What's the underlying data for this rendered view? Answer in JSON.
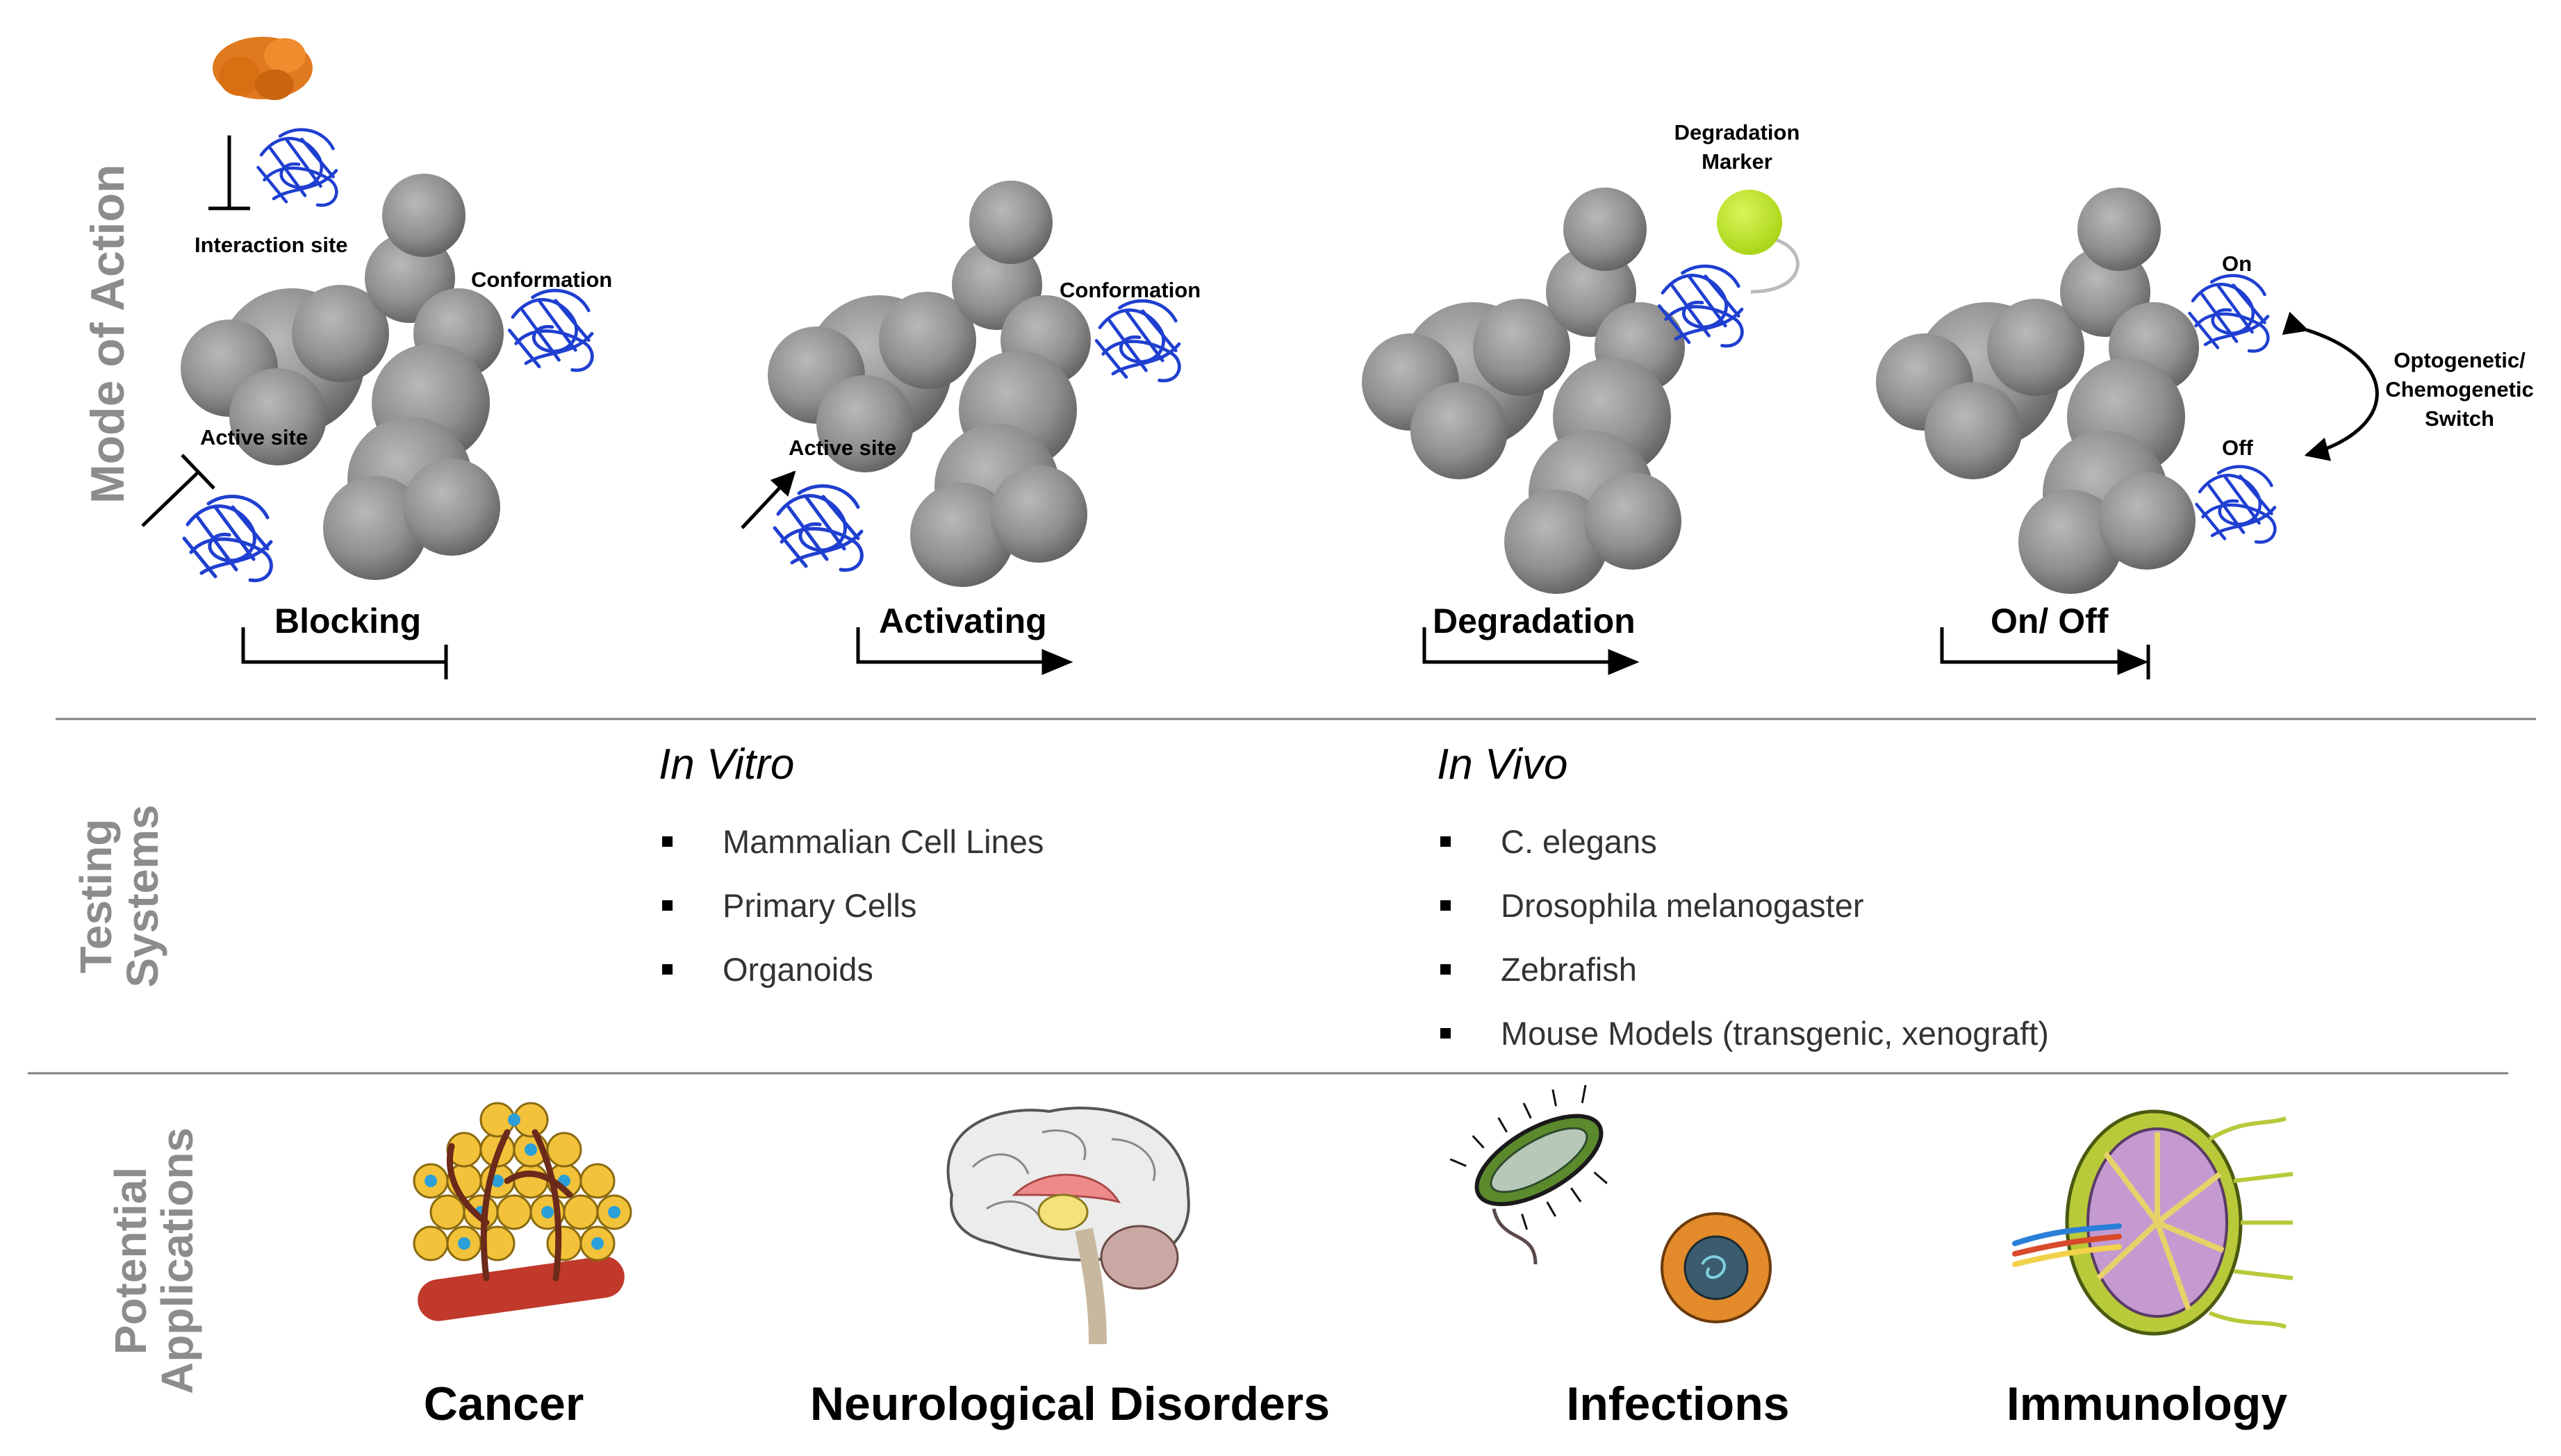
{
  "sections": {
    "mode_of_action": "Mode of Action",
    "testing_systems_line1": "Testing",
    "testing_systems_line2": "Systems",
    "potential_applications_line1": "Potential",
    "potential_applications_line2": "Applications"
  },
  "mode": {
    "blocking": {
      "label": "Blocking",
      "interaction_site": "Interaction site",
      "conformation": "Conformation",
      "active_site": "Active site"
    },
    "activating": {
      "label": "Activating",
      "conformation": "Conformation",
      "active_site": "Active site"
    },
    "degradation": {
      "label": "Degradation",
      "marker_line1": "Degradation",
      "marker_line2": "Marker"
    },
    "onoff": {
      "label": "On/ Off",
      "on": "On",
      "off": "Off",
      "switch_line1": "Optogenetic/",
      "switch_line2": "Chemogenetic",
      "switch_line3": "Switch"
    }
  },
  "testing": {
    "in_vitro": {
      "heading": "In Vitro",
      "items": [
        "Mammalian  Cell Lines",
        "Primary  Cells",
        "Organoids"
      ]
    },
    "in_vivo": {
      "heading": "In Vivo",
      "items": [
        "C. elegans",
        "Drosophila  melanogaster",
        "Zebrafish",
        "Mouse Models  (transgenic,  xenograft)"
      ]
    }
  },
  "applications": [
    "Cancer",
    "Neurological Disorders",
    "Infections",
    "Immunology"
  ],
  "colors": {
    "section_label": "#8c8c8c",
    "protein_gray": "#8f8f8f",
    "nanobody_blue": "#1f3fd0",
    "ligand_orange": "#e07a1f",
    "marker_green": "#b6e21d",
    "divider": "#7f7f7f"
  }
}
